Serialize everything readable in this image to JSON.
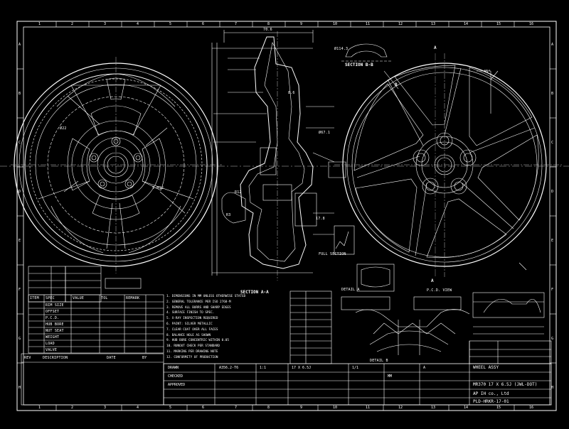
{
  "drawing": {
    "type": "CAD engineering drawing of an alloy wheel",
    "colors": {
      "background": "#000000",
      "line": "#ffffff",
      "center_line": "#bdbdbd"
    },
    "section_labels": [
      "SECTION B-B",
      "SECTION A-A"
    ],
    "view_labels": [
      "DETAIL A",
      "DETAIL B",
      "FULL SECTION",
      "P.C.D. VIEW"
    ],
    "section_marks": [
      "A",
      "A",
      "B"
    ],
    "grid_zone_top": [
      "1",
      "2",
      "3",
      "4",
      "5",
      "6",
      "7",
      "8",
      "9",
      "10",
      "11",
      "12",
      "13",
      "14",
      "15",
      "16"
    ],
    "grid_zone_side": [
      "A",
      "B",
      "C",
      "D",
      "E",
      "F",
      "G",
      "H"
    ],
    "notes": [
      "1. DIMENSIONS IN MM UNLESS OTHERWISE STATED",
      "2. GENERAL TOLERANCE PER ISO 2768-M",
      "3. REMOVE ALL BURRS AND SHARP EDGES",
      "4. SURFACE FINISH TO SPEC.",
      "5. X-RAY INSPECTION REQUIRED",
      "6. PAINT: SILVER METALLIC",
      "7. CLEAR COAT OVER ALL FACES",
      "8. BALANCE HOLE AS SHOWN",
      "9. HUB BORE CONCENTRIC WITHIN 0.05",
      "10. RUNOUT CHECK PER STANDARD",
      "11. MARKING PER DRAWING NOTE",
      "12. CONFORMITY OF PRODUCTION"
    ],
    "title_block": {
      "company": "AP IH co., Ltd",
      "drawing_no": "PLD-HRKR-17-01",
      "material": "A356.2-T6",
      "size": "17 X 6.5J",
      "scale": "1:1",
      "sheet": "1/1",
      "units": "MM",
      "revision": "A",
      "part_name": "WHEEL ASSY",
      "drawn": "DRAWN",
      "checked": "CHECKED",
      "approved": "APPROVED",
      "spec": "MR370 17 X 6.5J (JWL-DOT)"
    },
    "spec_table_header": [
      "ITEM",
      "SPEC",
      "VALUE",
      "TOL",
      "REMARK"
    ],
    "spec_rows": [
      "RIM SIZE",
      "OFFSET",
      "P.C.D.",
      "HUB BORE",
      "NUT SEAT",
      "WEIGHT",
      "LOAD",
      "VALVE"
    ],
    "dims": [
      "70.6",
      "Ø114.3",
      "Ø67.1",
      "R12",
      "45°",
      "8.6",
      "17.8",
      "Ø22",
      "5-M12",
      "R3"
    ],
    "revision_table_header": [
      "REV",
      "DESCRIPTION",
      "DATE",
      "BY"
    ]
  }
}
